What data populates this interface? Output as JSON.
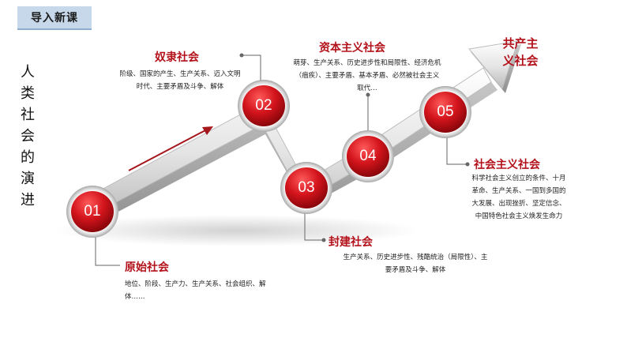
{
  "header": {
    "tag": "导入新课"
  },
  "side_title": "人类社会的演进",
  "arrow_end_label": "共产主义社会",
  "stages": [
    {
      "num": "01",
      "title": "原始社会",
      "desc": "地位、阶段、生产力、生产关系、社会组织、解体……"
    },
    {
      "num": "02",
      "title": "奴隶社会",
      "desc": "阶级、国家的产生、生产关系、迈入文明时代、主要矛盾及斗争、解体"
    },
    {
      "num": "03",
      "title": "封建社会",
      "desc": "生产关系、历史进步性、残酷统治（局限性）、主要矛盾及斗争、解体"
    },
    {
      "num": "04",
      "title": "资本主义社会",
      "desc": "萌芽、生产关系、历史进步性和局限性、经济危机（痼疾）、主要矛盾、基本矛盾、必然被社会主义取代…"
    },
    {
      "num": "05",
      "title": "社会主义社会",
      "desc": "科学社会主义创立的条件、十月革命、生产关系、一国到多国的大发展、出现挫折、坚定信念、中国特色社会主义焕发生命力"
    }
  ],
  "colors": {
    "accent": "#b3121b",
    "tag_bg": "#c7d8ea",
    "arrow": "#d8d8d8"
  }
}
